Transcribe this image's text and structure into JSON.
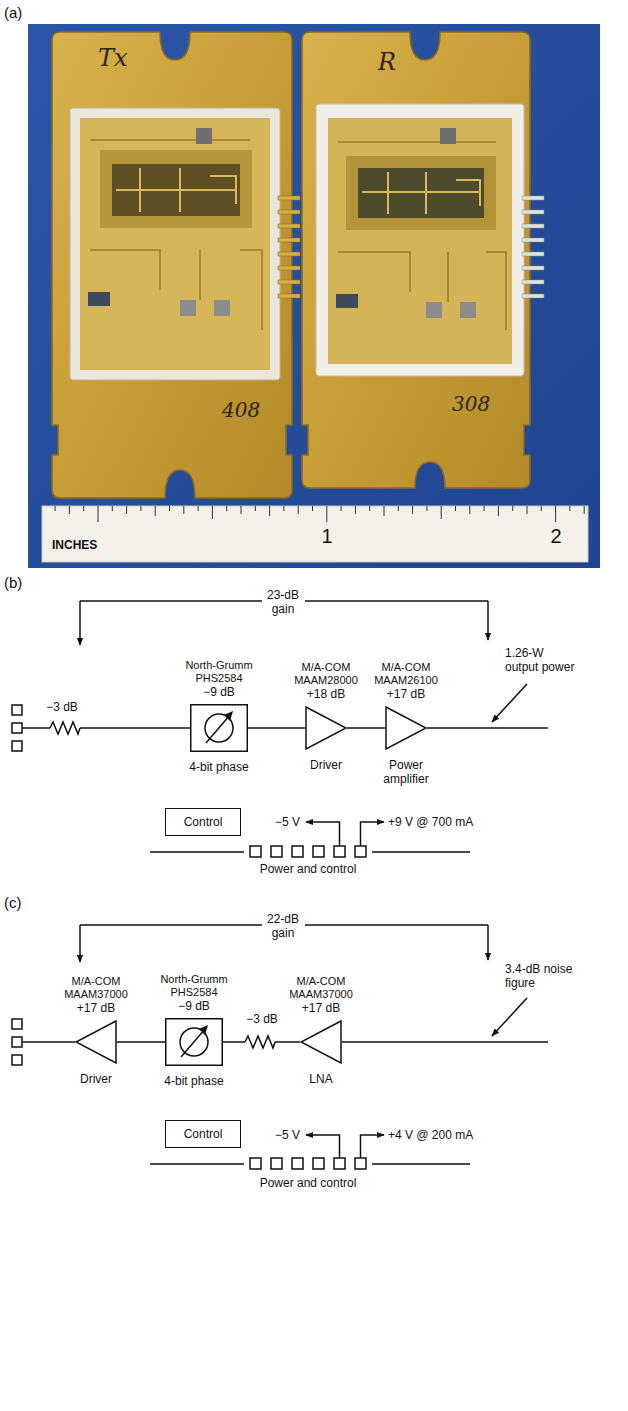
{
  "diagram": {
    "nodes": [
      {
        "text": [
          "North-Grumm PHS2584",
          "−9 dB",
          "4-bit phase"
        ]
      },
      {
        "text": [
          "M/A-COM MAAM28000",
          "+18 dB",
          "Driver"
        ]
      },
      {
        "text": [
          "M/A-COM MAAM26100",
          "+17 dB",
          "Power amplifier"
        ]
      },
      {
        "text": [
          "Control"
        ]
      },
      {
        "text": [
          "M/A-COM MAAM37000",
          "+17 dB",
          "Driver"
        ]
      },
      {
        "text": [
          "North-Grumm PHS2584",
          "−9 dB",
          "4-bit phase"
        ]
      },
      {
        "text": [
          "M/A-COM MAAM37000",
          "+17 dB",
          "LNA"
        ]
      },
      {
        "text": [
          "Control"
        ]
      }
    ],
    "edges": [
      {
        "from": 0,
        "to": 1,
        "arrow": "none"
      },
      {
        "from": 1,
        "to": 2,
        "arrow": "none"
      },
      {
        "from": 4,
        "to": 5,
        "arrow": "none"
      }
    ],
    "labels": [
      "(a)",
      "Tx",
      "408",
      "R",
      "308",
      "INCHES",
      "1",
      "2",
      "(b)",
      "23-dB gain",
      "−3 dB",
      "1.26-W output power",
      "−5 V",
      "+9 V @ 700 mA",
      "Power and control",
      "(c)",
      "22-dB gain",
      "−3 dB",
      "3.4-dB noise figure",
      "−5 V",
      "+4 V @ 200 mA",
      "Power and control"
    ]
  }
}
